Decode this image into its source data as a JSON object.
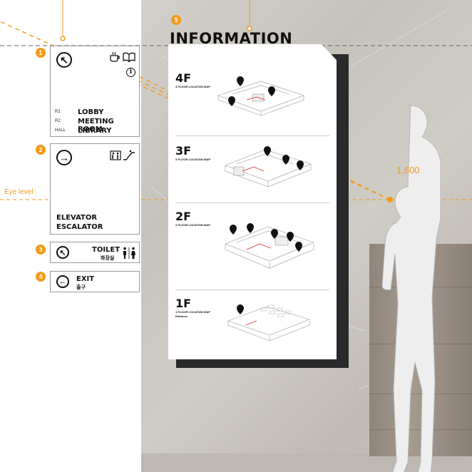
{
  "labels": {
    "eye_level": "Eye level",
    "height": "1,600",
    "title": "INFORMATION"
  },
  "colors": {
    "accent": "#f29a1a",
    "pin": "#111111"
  },
  "markers": [
    "1",
    "2",
    "3",
    "4",
    "5"
  ],
  "signs": {
    "s1": {
      "icons": [
        "arrow-up-left",
        "coffee",
        "book",
        "info"
      ],
      "arrow": "↖",
      "rows": [
        {
          "code": "R1",
          "label": "LOBBY"
        },
        {
          "code": "R2",
          "label": "MEETING ROOM"
        },
        {
          "code": "HALL",
          "label": "LIBRARY"
        }
      ]
    },
    "s2": {
      "icons": [
        "arrow-right",
        "elevator",
        "escalator"
      ],
      "arrow": "→",
      "line1": "ELEVATOR",
      "line2": "ESCALATOR"
    },
    "s3": {
      "icons": [
        "arrow-up-left",
        "toilet"
      ],
      "arrow": "↖",
      "label": "TOILET",
      "sub": "화장실"
    },
    "s4": {
      "icons": [
        "arrow-left"
      ],
      "arrow": "←",
      "label": "EXIT",
      "sub": "출구"
    }
  },
  "floors": [
    {
      "label": "4F",
      "sub": "4 FLOOR LOCATION MAP"
    },
    {
      "label": "3F",
      "sub": "3 FLOOR LOCATION MAP"
    },
    {
      "label": "2F",
      "sub": "2 FLOOR LOCATION MAP"
    },
    {
      "label": "1F",
      "sub": "1 FLOOR LOCATION MAP",
      "sub2": "Entrance"
    }
  ]
}
